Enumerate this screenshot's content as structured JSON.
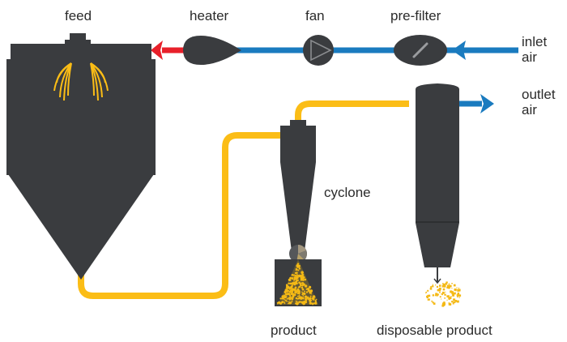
{
  "title": "Spray drying process diagram",
  "labels": {
    "feed": "feed",
    "heater": "heater",
    "fan": "fan",
    "prefilter": "pre-filter",
    "inlet_air_1": "inlet",
    "inlet_air_2": "air",
    "outlet_air_1": "outlet",
    "outlet_air_2": "air",
    "cyclone": "cyclone",
    "product": "product",
    "disposable_product": "disposable product"
  },
  "colors": {
    "equipment": "#3a3c3f",
    "air_duct": "#1a7bbf",
    "hot_air": "#e8202a",
    "product_line": "#fbbd16",
    "text": "#2b2b2b"
  }
}
